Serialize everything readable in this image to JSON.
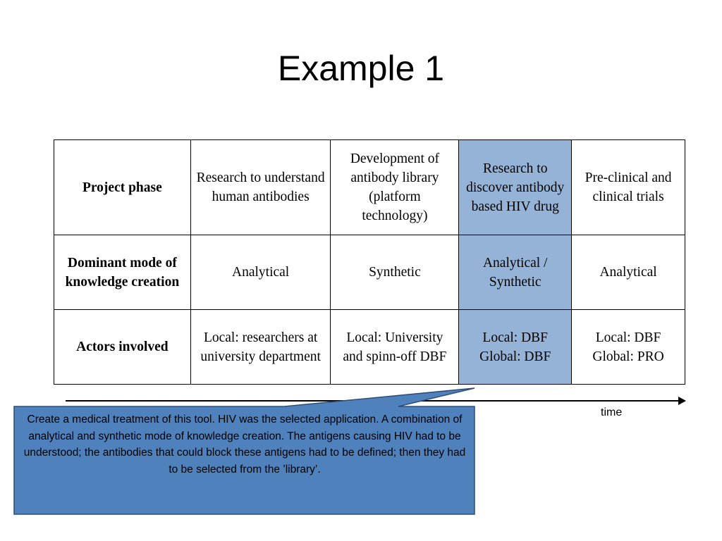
{
  "slide": {
    "title": "Example 1"
  },
  "table": {
    "rows": [
      {
        "header": "Project phase",
        "cells": [
          "Research to understand human antibodies",
          "Development of antibody library (platform technology)",
          "Research to discover antibody based HIV drug",
          "Pre-clinical and clinical trials"
        ]
      },
      {
        "header": "Dominant mode of knowledge creation",
        "cells": [
          "Analytical",
          "Synthetic",
          "Analytical / Synthetic",
          "Analytical"
        ]
      },
      {
        "header": "Actors involved",
        "cells": [
          "Local: researchers at university department",
          "Local: University and spinn-off DBF",
          "Local: DBF Global: DBF",
          "Local: DBF Global: PRO"
        ]
      }
    ],
    "highlight_color": "#95b3d7"
  },
  "timeline": {
    "label": "time"
  },
  "callout": {
    "text": "Create a medical treatment of this tool. HIV was the selected application. A combination of analytical and synthetic mode of knowledge creation. The antigens causing HIV had to be understood; the antibodies that could block these antigens had to be defined; then they had to be selected from the ’library’.",
    "fill_color": "#4f81bd",
    "border_color": "#2c4d75"
  }
}
